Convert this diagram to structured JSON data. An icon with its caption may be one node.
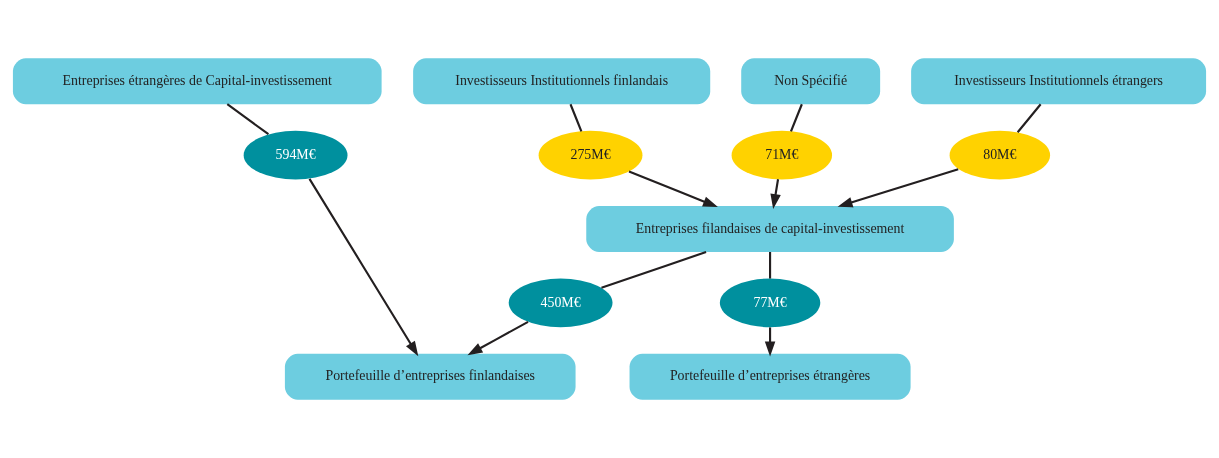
{
  "diagram": {
    "nodes": [
      {
        "text": [
          "Investisseurs Institutionnels étrangers"
        ]
      },
      {
        "text": [
          "Investisseurs Institutionnels finlandais"
        ]
      },
      {
        "text": [
          "Non Spécifié"
        ]
      },
      {
        "text": [
          "Entreprises étrangères de Capital-investissement"
        ]
      },
      {
        "text": [
          "Entreprises filandaises de capital-investissement"
        ]
      },
      {
        "text": [
          "Portefeuille d’entreprises étrangères"
        ]
      },
      {
        "text": [
          "Portefeuille d’entreprises finlandaises"
        ]
      },
      {
        "text": [
          "275M€"
        ]
      },
      {
        "text": [
          "71M€"
        ]
      },
      {
        "text": [
          "80M€"
        ]
      },
      {
        "text": [
          "594M€"
        ]
      },
      {
        "text": [
          "77M€"
        ]
      },
      {
        "text": [
          "450M€"
        ]
      }
    ],
    "edges": [
      {
        "from": 0,
        "to": 9,
        "arrow": "none"
      },
      {
        "from": 9,
        "to": 4,
        "arrow": "to"
      },
      {
        "from": 1,
        "to": 7,
        "arrow": "none"
      },
      {
        "from": 7,
        "to": 4,
        "arrow": "to"
      },
      {
        "from": 2,
        "to": 8,
        "arrow": "none"
      },
      {
        "from": 8,
        "to": 4,
        "arrow": "to"
      },
      {
        "from": 3,
        "to": 10,
        "arrow": "none"
      },
      {
        "from": 10,
        "to": 6,
        "arrow": "to"
      },
      {
        "from": 4,
        "to": 11,
        "arrow": "none"
      },
      {
        "from": 11,
        "to": 5,
        "arrow": "to"
      },
      {
        "from": 4,
        "to": 12,
        "arrow": "none"
      },
      {
        "from": 12,
        "to": 6,
        "arrow": "to"
      }
    ]
  }
}
